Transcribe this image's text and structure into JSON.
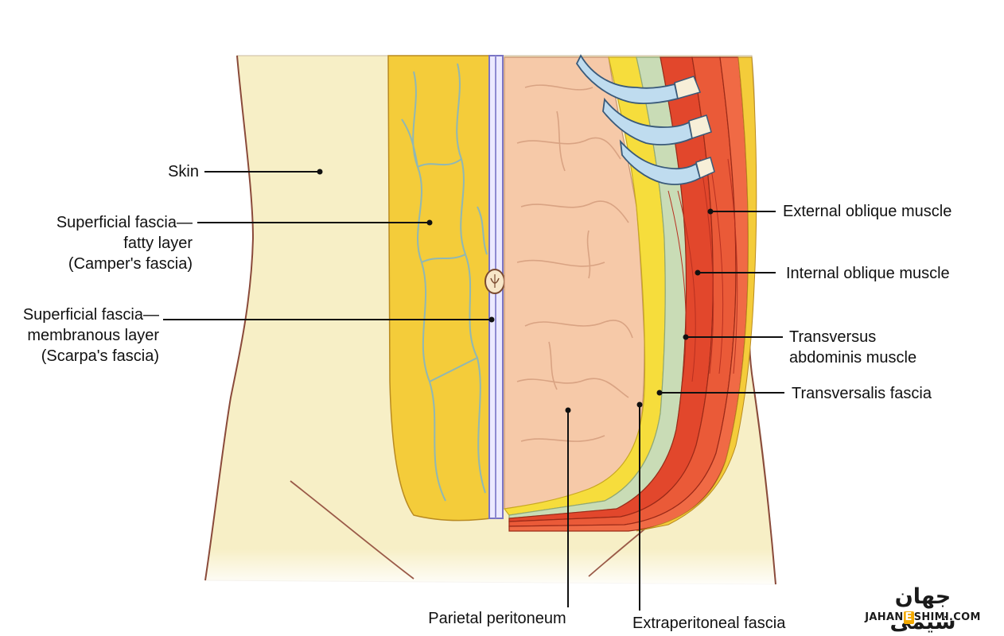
{
  "labels": {
    "skin": "Skin",
    "camper_1": "Superficial fascia—",
    "camper_2": "fatty layer",
    "camper_3": "(Camper's fascia)",
    "scarpa_1": "Superficial fascia—",
    "scarpa_2": "membranous layer",
    "scarpa_3": "(Scarpa's fascia)",
    "external_oblique": "External oblique muscle",
    "internal_oblique": "Internal oblique muscle",
    "transversus_1": "Transversus",
    "transversus_2": "abdominis muscle",
    "transversalis": "Transversalis fascia",
    "parietal_peritoneum": "Parietal peritoneum",
    "extraperitoneal": "Extraperitoneal fascia"
  },
  "logo": {
    "persian": "جهان شیمی",
    "latin_pre": "JAHAN",
    "latin_e": "E",
    "latin_post": "SHIMI.COM"
  },
  "colors": {
    "skin": "#f7efc6",
    "fat": "#f4cc3a",
    "peritoneum": "#f6c9a8",
    "muscle": "#e2472c",
    "transversalis": "#c9dcb6",
    "cartilage": "#bfdcef",
    "membrane": "#8f8ad1"
  }
}
